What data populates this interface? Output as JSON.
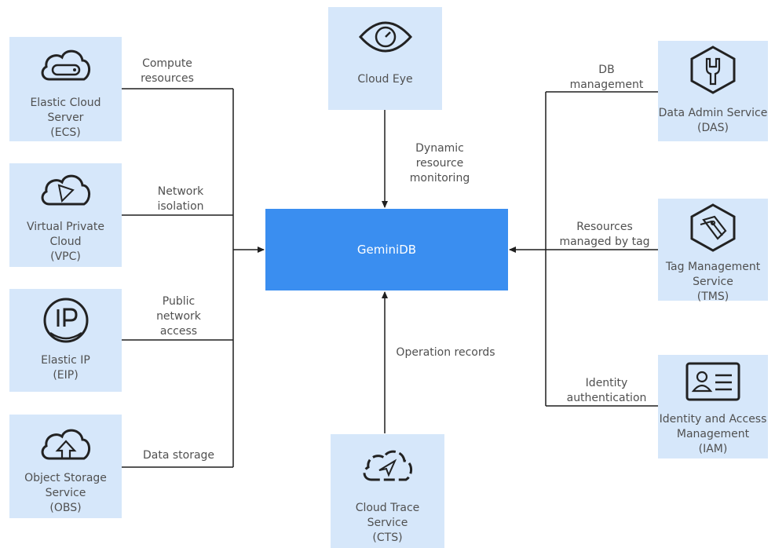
{
  "core": {
    "label": "GeminiDB"
  },
  "services": {
    "ecs": {
      "lines": [
        "Elastic Cloud",
        "Server",
        "(ECS)"
      ],
      "icon": "cloud-server-icon"
    },
    "vpc": {
      "lines": [
        "Virtual Private",
        "Cloud",
        "(VPC)"
      ],
      "icon": "cloud-network-icon"
    },
    "eip": {
      "lines": [
        "Elastic IP",
        "(EIP)"
      ],
      "icon": "ip-icon"
    },
    "obs": {
      "lines": [
        "Object Storage",
        "Service",
        "(OBS)"
      ],
      "icon": "cloud-upload-icon"
    },
    "ces": {
      "lines": [
        "Cloud Eye"
      ],
      "icon": "eye-icon"
    },
    "cts": {
      "lines": [
        "Cloud Trace",
        "Service",
        "(CTS)"
      ],
      "icon": "cloud-trace-icon"
    },
    "das": {
      "lines": [
        "Data Admin Service",
        "(DAS)"
      ],
      "icon": "wrench-icon"
    },
    "tms": {
      "lines": [
        "Tag Management",
        "Service",
        "(TMS)"
      ],
      "icon": "tag-icon"
    },
    "iam": {
      "lines": [
        "Identity and Access",
        "Management",
        "(IAM)"
      ],
      "icon": "id-card-icon"
    }
  },
  "edges": {
    "compute": [
      "Compute",
      "resources"
    ],
    "network": [
      "Network",
      "isolation"
    ],
    "public": [
      "Public",
      "network",
      "access"
    ],
    "storage": [
      "Data storage"
    ],
    "monitoring": [
      "Dynamic",
      "resource",
      "monitoring"
    ],
    "records": [
      "Operation records"
    ],
    "db_mgmt": [
      "DB",
      "management"
    ],
    "tag": [
      "Resources",
      "managed by tag"
    ],
    "auth": [
      "Identity",
      "authentication"
    ]
  },
  "colors": {
    "box": "#d6e7fa",
    "core": "#3a8ef0",
    "line": "#1f1f1f"
  }
}
